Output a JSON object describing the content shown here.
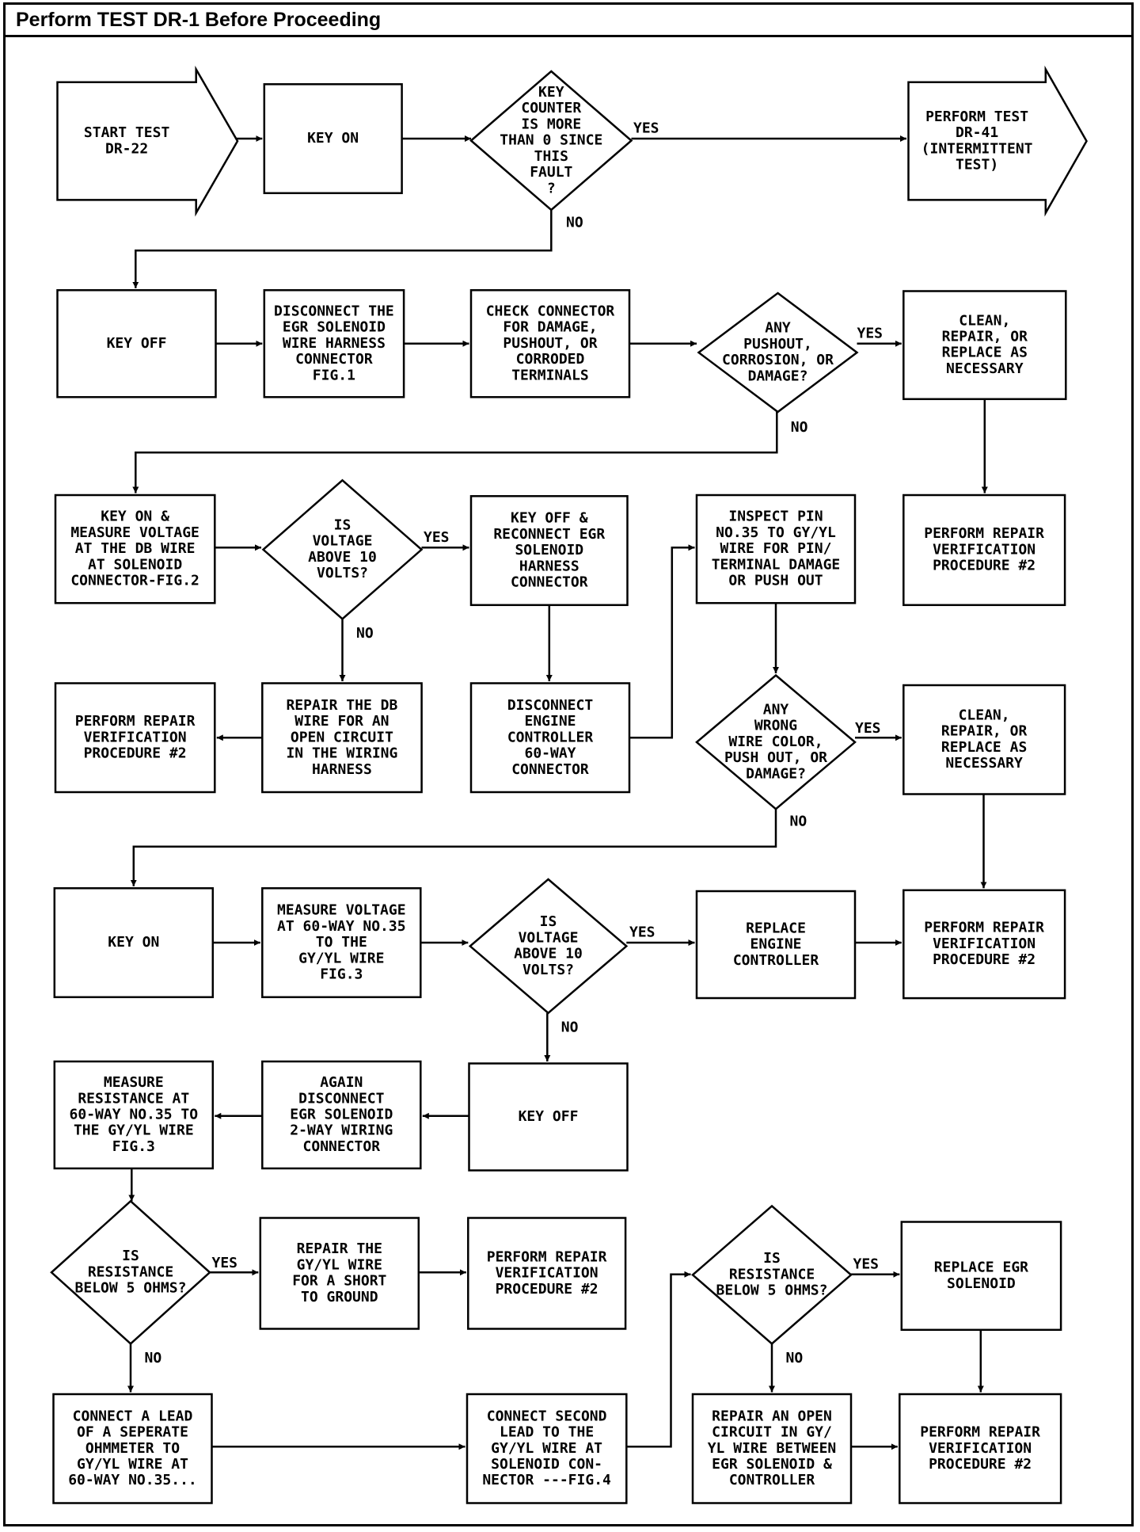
{
  "title": "Perform TEST DR-1 Before Proceeding",
  "colors": {
    "line": "#000000",
    "background": "#ffffff"
  },
  "nodes": [
    {
      "id": "n1",
      "shape": "arrow",
      "lines": [
        "START TEST",
        "DR-22"
      ]
    },
    {
      "id": "n2",
      "shape": "rect",
      "lines": [
        "KEY ON"
      ]
    },
    {
      "id": "n3",
      "shape": "diamond",
      "lines": [
        "KEY",
        "COUNTER",
        "IS MORE",
        "THAN 0 SINCE",
        "THIS",
        "FAULT",
        "?"
      ]
    },
    {
      "id": "n4",
      "shape": "arrow",
      "lines": [
        "PERFORM TEST",
        "DR-41",
        "(INTERMITTENT",
        "TEST)"
      ]
    },
    {
      "id": "n5",
      "shape": "rect",
      "lines": [
        "KEY OFF"
      ]
    },
    {
      "id": "n6",
      "shape": "rect",
      "lines": [
        "DISCONNECT THE",
        "EGR SOLENOID",
        "WIRE HARNESS",
        "CONNECTOR",
        "FIG.1"
      ]
    },
    {
      "id": "n7",
      "shape": "rect",
      "lines": [
        "CHECK CONNECTOR",
        "FOR DAMAGE,",
        "PUSHOUT, OR",
        "CORRODED",
        "TERMINALS"
      ]
    },
    {
      "id": "n8",
      "shape": "diamond",
      "lines": [
        "ANY",
        "PUSHOUT,",
        "CORROSION, OR",
        "DAMAGE?"
      ]
    },
    {
      "id": "n9",
      "shape": "rect",
      "lines": [
        "CLEAN,",
        "REPAIR, OR",
        "REPLACE AS",
        "NECESSARY"
      ]
    },
    {
      "id": "n10",
      "shape": "rect",
      "lines": [
        "KEY ON &",
        "MEASURE VOLTAGE",
        "AT THE DB WIRE",
        "AT SOLENOID",
        "CONNECTOR-FIG.2"
      ]
    },
    {
      "id": "n11",
      "shape": "diamond",
      "lines": [
        "IS",
        "VOLTAGE",
        "ABOVE 10",
        "VOLTS?"
      ]
    },
    {
      "id": "n12",
      "shape": "rect",
      "lines": [
        "KEY OFF &",
        "RECONNECT EGR",
        "SOLENOID",
        "HARNESS",
        "CONNECTOR"
      ]
    },
    {
      "id": "n13",
      "shape": "rect",
      "lines": [
        "INSPECT PIN",
        "NO.35 TO GY/YL",
        "WIRE FOR PIN/",
        "TERMINAL DAMAGE",
        "OR PUSH OUT"
      ]
    },
    {
      "id": "n14",
      "shape": "rect",
      "lines": [
        "PERFORM REPAIR",
        "VERIFICATION",
        "PROCEDURE #2"
      ]
    },
    {
      "id": "n15",
      "shape": "rect",
      "lines": [
        "PERFORM REPAIR",
        "VERIFICATION",
        "PROCEDURE #2"
      ]
    },
    {
      "id": "n16",
      "shape": "rect",
      "lines": [
        "REPAIR THE DB",
        "WIRE FOR AN",
        "OPEN CIRCUIT",
        "IN THE WIRING",
        "HARNESS"
      ]
    },
    {
      "id": "n17",
      "shape": "rect",
      "lines": [
        "DISCONNECT",
        "ENGINE",
        "CONTROLLER",
        "60-WAY",
        "CONNECTOR"
      ]
    },
    {
      "id": "n18",
      "shape": "diamond",
      "lines": [
        "ANY",
        "WRONG",
        "WIRE COLOR,",
        "PUSH OUT, OR",
        "DAMAGE?"
      ]
    },
    {
      "id": "n19",
      "shape": "rect",
      "lines": [
        "CLEAN,",
        "REPAIR, OR",
        "REPLACE AS",
        "NECESSARY"
      ]
    },
    {
      "id": "n20",
      "shape": "rect",
      "lines": [
        "KEY ON"
      ]
    },
    {
      "id": "n21",
      "shape": "rect",
      "lines": [
        "MEASURE VOLTAGE",
        "AT 60-WAY NO.35",
        "TO THE",
        "GY/YL WIRE",
        "FIG.3"
      ]
    },
    {
      "id": "n22",
      "shape": "diamond",
      "lines": [
        "IS",
        "VOLTAGE",
        "ABOVE 10",
        "VOLTS?"
      ]
    },
    {
      "id": "n23",
      "shape": "rect",
      "lines": [
        "REPLACE",
        "ENGINE",
        "CONTROLLER"
      ]
    },
    {
      "id": "n24",
      "shape": "rect",
      "lines": [
        "PERFORM REPAIR",
        "VERIFICATION",
        "PROCEDURE #2"
      ]
    },
    {
      "id": "n25",
      "shape": "rect",
      "lines": [
        "MEASURE",
        "RESISTANCE AT",
        "60-WAY NO.35 TO",
        "THE GY/YL WIRE",
        "FIG.3"
      ]
    },
    {
      "id": "n26",
      "shape": "rect",
      "lines": [
        "AGAIN",
        "DISCONNECT",
        "EGR SOLENOID",
        "2-WAY WIRING",
        "CONNECTOR"
      ]
    },
    {
      "id": "n27",
      "shape": "rect",
      "lines": [
        "KEY OFF"
      ]
    },
    {
      "id": "n28",
      "shape": "diamond",
      "lines": [
        "IS",
        "RESISTANCE",
        "BELOW 5 OHMS?"
      ]
    },
    {
      "id": "n29",
      "shape": "rect",
      "lines": [
        "REPAIR THE",
        "GY/YL WIRE",
        "FOR A SHORT",
        "TO GROUND"
      ]
    },
    {
      "id": "n30",
      "shape": "rect",
      "lines": [
        "PERFORM REPAIR",
        "VERIFICATION",
        "PROCEDURE #2"
      ]
    },
    {
      "id": "n31",
      "shape": "diamond",
      "lines": [
        "IS",
        "RESISTANCE",
        "BELOW 5 OHMS?"
      ]
    },
    {
      "id": "n32",
      "shape": "rect",
      "lines": [
        "REPLACE EGR",
        "SOLENOID"
      ]
    },
    {
      "id": "n33",
      "shape": "rect",
      "lines": [
        "CONNECT A LEAD",
        "OF A SEPERATE",
        "OHMMETER TO",
        "GY/YL WIRE AT",
        "60-WAY NO.35..."
      ]
    },
    {
      "id": "n34",
      "shape": "rect",
      "lines": [
        "CONNECT SECOND",
        "LEAD TO THE",
        "GY/YL WIRE AT",
        "SOLENOID CON-",
        "NECTOR ---FIG.4"
      ]
    },
    {
      "id": "n35",
      "shape": "rect",
      "lines": [
        "REPAIR AN OPEN",
        "CIRCUIT IN GY/",
        "YL WIRE BETWEEN",
        "EGR SOLENOID &",
        "CONTROLLER"
      ]
    },
    {
      "id": "n36",
      "shape": "rect",
      "lines": [
        "PERFORM REPAIR",
        "VERIFICATION",
        "PROCEDURE #2"
      ]
    }
  ],
  "edges": [
    {
      "from": "n1",
      "to": "n2",
      "label": ""
    },
    {
      "from": "n2",
      "to": "n3",
      "label": ""
    },
    {
      "from": "n3",
      "to": "n4",
      "label": "YES"
    },
    {
      "from": "n3",
      "to": "n5",
      "label": "NO"
    },
    {
      "from": "n5",
      "to": "n6",
      "label": ""
    },
    {
      "from": "n6",
      "to": "n7",
      "label": ""
    },
    {
      "from": "n7",
      "to": "n8",
      "label": ""
    },
    {
      "from": "n8",
      "to": "n9",
      "label": "YES"
    },
    {
      "from": "n8",
      "to": "n10",
      "label": "NO"
    },
    {
      "from": "n9",
      "to": "n14",
      "label": ""
    },
    {
      "from": "n10",
      "to": "n11",
      "label": ""
    },
    {
      "from": "n11",
      "to": "n12",
      "label": "YES"
    },
    {
      "from": "n11",
      "to": "n16",
      "label": "NO"
    },
    {
      "from": "n16",
      "to": "n15",
      "label": ""
    },
    {
      "from": "n12",
      "to": "n17",
      "label": ""
    },
    {
      "from": "n17",
      "to": "n13",
      "label": ""
    },
    {
      "from": "n13",
      "to": "n18",
      "label": ""
    },
    {
      "from": "n18",
      "to": "n19",
      "label": "YES"
    },
    {
      "from": "n18",
      "to": "n20",
      "label": "NO"
    },
    {
      "from": "n19",
      "to": "n24",
      "label": ""
    },
    {
      "from": "n20",
      "to": "n21",
      "label": ""
    },
    {
      "from": "n21",
      "to": "n22",
      "label": ""
    },
    {
      "from": "n22",
      "to": "n23",
      "label": "YES"
    },
    {
      "from": "n22",
      "to": "n27",
      "label": "NO"
    },
    {
      "from": "n23",
      "to": "n24",
      "label": ""
    },
    {
      "from": "n27",
      "to": "n26",
      "label": ""
    },
    {
      "from": "n26",
      "to": "n25",
      "label": ""
    },
    {
      "from": "n25",
      "to": "n28",
      "label": ""
    },
    {
      "from": "n28",
      "to": "n29",
      "label": "YES"
    },
    {
      "from": "n28",
      "to": "n33",
      "label": "NO"
    },
    {
      "from": "n29",
      "to": "n30",
      "label": ""
    },
    {
      "from": "n33",
      "to": "n34",
      "label": ""
    },
    {
      "from": "n34",
      "to": "n31",
      "label": ""
    },
    {
      "from": "n31",
      "to": "n32",
      "label": "YES"
    },
    {
      "from": "n31",
      "to": "n35",
      "label": "NO"
    },
    {
      "from": "n32",
      "to": "n36",
      "label": ""
    },
    {
      "from": "n35",
      "to": "n36",
      "label": ""
    }
  ]
}
